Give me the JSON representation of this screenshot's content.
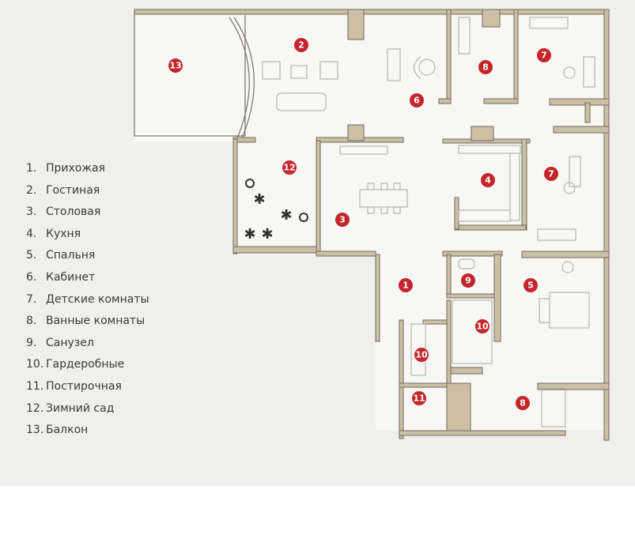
{
  "legend": [
    {
      "num": "1.",
      "label": "Прихожая"
    },
    {
      "num": "2.",
      "label": "Гостиная"
    },
    {
      "num": "3.",
      "label": "Столовая"
    },
    {
      "num": "4.",
      "label": "Кухня"
    },
    {
      "num": "5.",
      "label": "Спальня"
    },
    {
      "num": "6.",
      "label": "Кабинет"
    },
    {
      "num": "7.",
      "label": "Детские комнаты"
    },
    {
      "num": "8.",
      "label": "Ванные комнаты"
    },
    {
      "num": "9.",
      "label": "Санузел"
    },
    {
      "num": "10.",
      "label": "Гардеробные"
    },
    {
      "num": "11.",
      "label": "Постирочная"
    },
    {
      "num": "12.",
      "label": "Зимний сад"
    },
    {
      "num": "13.",
      "label": "Балкон"
    }
  ],
  "markers": [
    "13",
    "2",
    "6",
    "8",
    "7",
    "12",
    "4",
    "7",
    "3",
    "1",
    "9",
    "5",
    "10",
    "10",
    "11",
    "8"
  ],
  "colors": {
    "marker": "#c4262b",
    "wall": "#cdbfa3",
    "background": "#efefed"
  }
}
